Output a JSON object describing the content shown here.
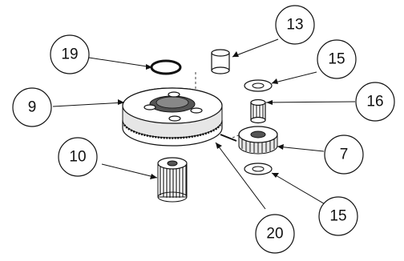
{
  "callouts": {
    "c19": "19",
    "c13": "13",
    "c15_top": "15",
    "c9": "9",
    "c16": "16",
    "c10": "10",
    "c7": "7",
    "c15_bottom": "15",
    "c20": "20"
  }
}
